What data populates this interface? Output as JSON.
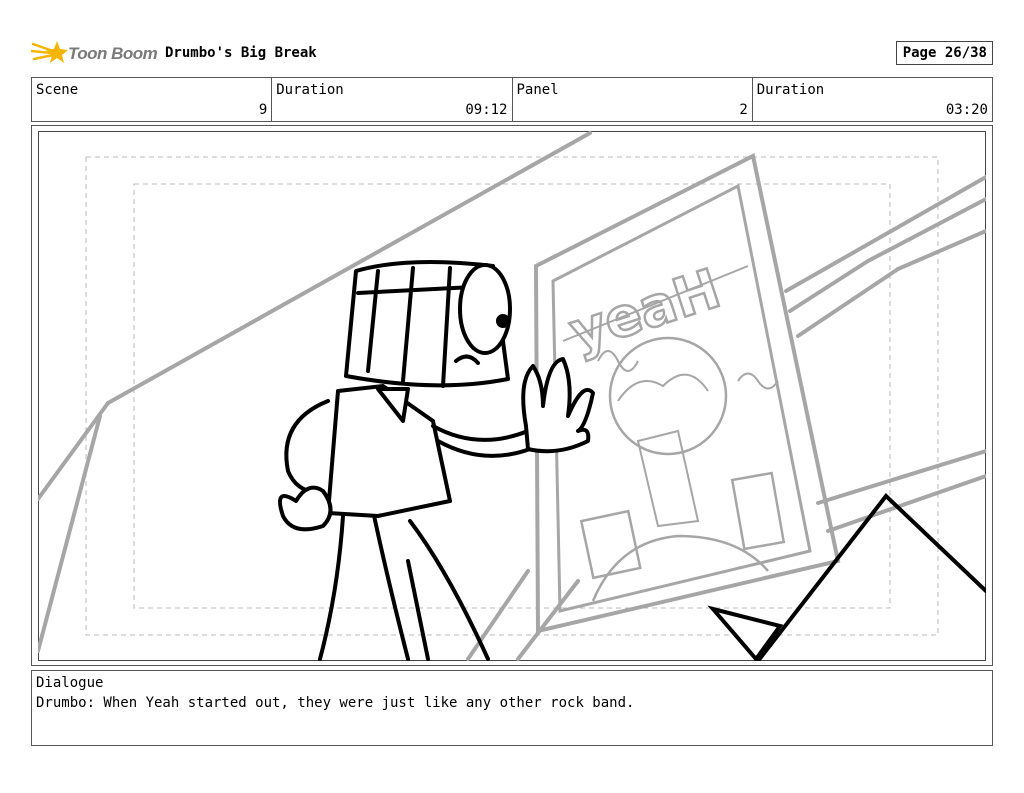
{
  "header": {
    "logo_text": "Toon Boom",
    "project_title": "Drumbo's Big Break",
    "page": "Page 26/38"
  },
  "meta": [
    {
      "label": "Scene",
      "value": "9"
    },
    {
      "label": "Duration",
      "value": "09:12"
    },
    {
      "label": "Panel",
      "value": "2"
    },
    {
      "label": "Duration",
      "value": "03:20"
    }
  ],
  "panel": {
    "poster_text": "yeaH"
  },
  "dialogue": {
    "label": "Dialogue",
    "text": "Drumbo: When Yeah started out, they were just like any other rock band."
  },
  "colors": {
    "logo_star": "#f4b400",
    "logo_text": "#7a7a7a",
    "sketch_gray": "#a6a6a6",
    "border": "#555555"
  }
}
